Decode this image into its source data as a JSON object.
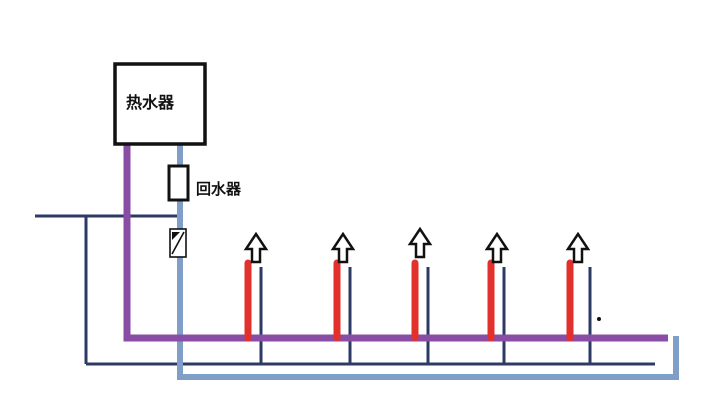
{
  "diagram": {
    "title_hint": "hot-water-recirculation-plumbing-diagram",
    "labels": {
      "water_heater": "热水器",
      "return_device": "回水器"
    },
    "colors": {
      "hot_line": "#8a4da6",
      "return_line": "#7f9fc9",
      "cold_line": "#2c3a64",
      "fixture_hot": "#e2312d",
      "outline": "#111111",
      "background": "#ffffff"
    },
    "fixture_count": 5
  }
}
